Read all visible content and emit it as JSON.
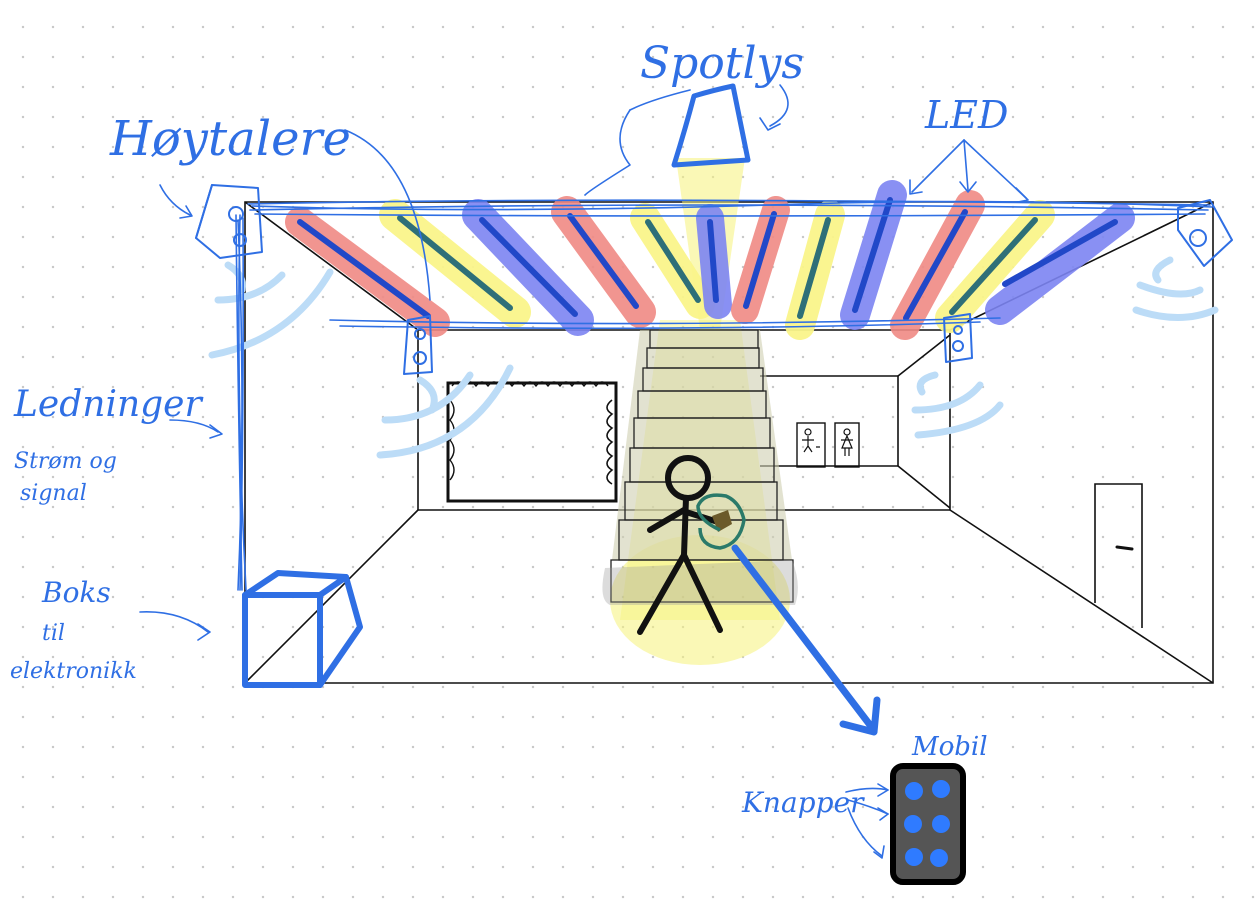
{
  "labels": {
    "spotlys": "Spotlys",
    "hoytalere": "Høytalere",
    "led": "LED",
    "ledninger": "Ledninger",
    "strom_line1": "Strøm og",
    "strom_line2": "signal",
    "boks_line1": "Boks",
    "boks_line2": "til",
    "boks_line3": "elektronikk",
    "mobil": "Mobil",
    "knapper": "Knapper"
  },
  "colors": {
    "ink": "#2f6fe4",
    "led_red": "#ef8a84",
    "led_blue": "#7c84f2",
    "led_yellow": "#faf48a",
    "led_core_blue": "#2148c8",
    "led_core_teal": "#2e6f78",
    "spot_glow": "#f6f37a",
    "sound_wave": "#bcdcf7",
    "phone_body": "#555555",
    "phone_button": "#2f7bff"
  },
  "icons": {
    "speaker": "speaker-icon",
    "spotlight": "spotlight-icon",
    "phone": "phone-icon",
    "box": "box-icon",
    "person": "stick-figure-icon",
    "toilet_male": "toilet-male-icon",
    "toilet_female": "toilet-female-icon",
    "door": "door-icon"
  }
}
